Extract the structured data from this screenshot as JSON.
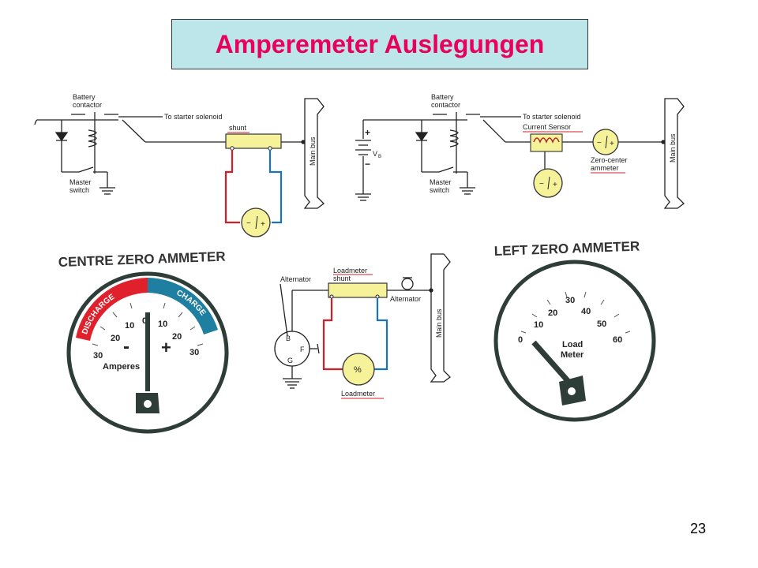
{
  "slide": {
    "title": "Amperemeter Auslegungen",
    "page_number": "23"
  },
  "circuit_left": {
    "battery_contactor": [
      "Battery",
      "contactor"
    ],
    "to_starter": "To starter solenoid",
    "shunt": "shunt",
    "master_switch": [
      "Master",
      "switch"
    ],
    "main_bus": "Main bus"
  },
  "circuit_right": {
    "battery_contactor": [
      "Battery",
      "contactor"
    ],
    "to_starter": "To starter solenoid",
    "current_sensor": "Current Sensor",
    "zero_center": [
      "Zero-center",
      "ammeter"
    ],
    "master_switch": [
      "Master",
      "switch"
    ],
    "main_bus": "Main bus",
    "vb": "V",
    "vb_sub": "B",
    "plus": "+",
    "minus": "−"
  },
  "centre_zero": {
    "heading": "CENTRE ZERO AMMETER",
    "discharge": "DISCHARGE",
    "charge": "CHARGE",
    "ticks_left": [
      "30",
      "20",
      "10"
    ],
    "center": "0",
    "ticks_right": [
      "10",
      "20",
      "30"
    ],
    "minus_sign": "-",
    "plus_sign": "+",
    "unit": "Amperes",
    "colors": {
      "discharge": "#e0202a",
      "charge": "#1f7fa0"
    }
  },
  "loadmeter_circuit": {
    "alternator": "Alternator",
    "shunt_label": [
      "Loadmeter",
      "shunt"
    ],
    "alternator_right": "Alternator",
    "loadmeter": "Loadmeter",
    "main_bus": "Main bus",
    "terminals": [
      "B",
      "F",
      "G"
    ],
    "percent": "%"
  },
  "left_zero": {
    "heading": "LEFT ZERO AMMETER",
    "ticks": [
      "0",
      "10",
      "20",
      "30",
      "40",
      "50",
      "60"
    ],
    "label": [
      "Load",
      "Meter"
    ]
  }
}
